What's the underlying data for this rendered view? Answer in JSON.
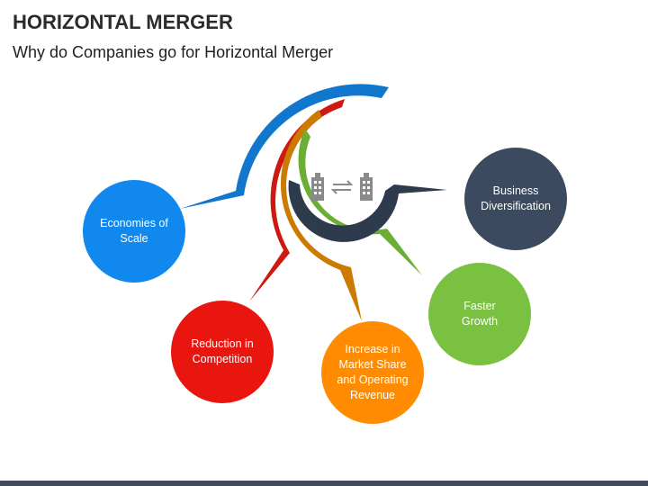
{
  "header": {
    "title": "HORIZONTAL MERGER",
    "subtitle": "Why do Companies go for Horizontal Merger"
  },
  "center": {
    "icon": "buildings-exchange-icon"
  },
  "items": [
    {
      "label": "Economies of Scale",
      "color": "#1188ee"
    },
    {
      "label": "Reduction in Competition",
      "color": "#e8160f"
    },
    {
      "label": "Increase in Market Share and Operating Revenue",
      "color": "#ff8c00"
    },
    {
      "label": "Faster Growth",
      "color": "#7ac142"
    },
    {
      "label": "Business Diversification",
      "color": "#3b4a5e"
    }
  ],
  "footer": {
    "color": "#3f4a5a"
  }
}
